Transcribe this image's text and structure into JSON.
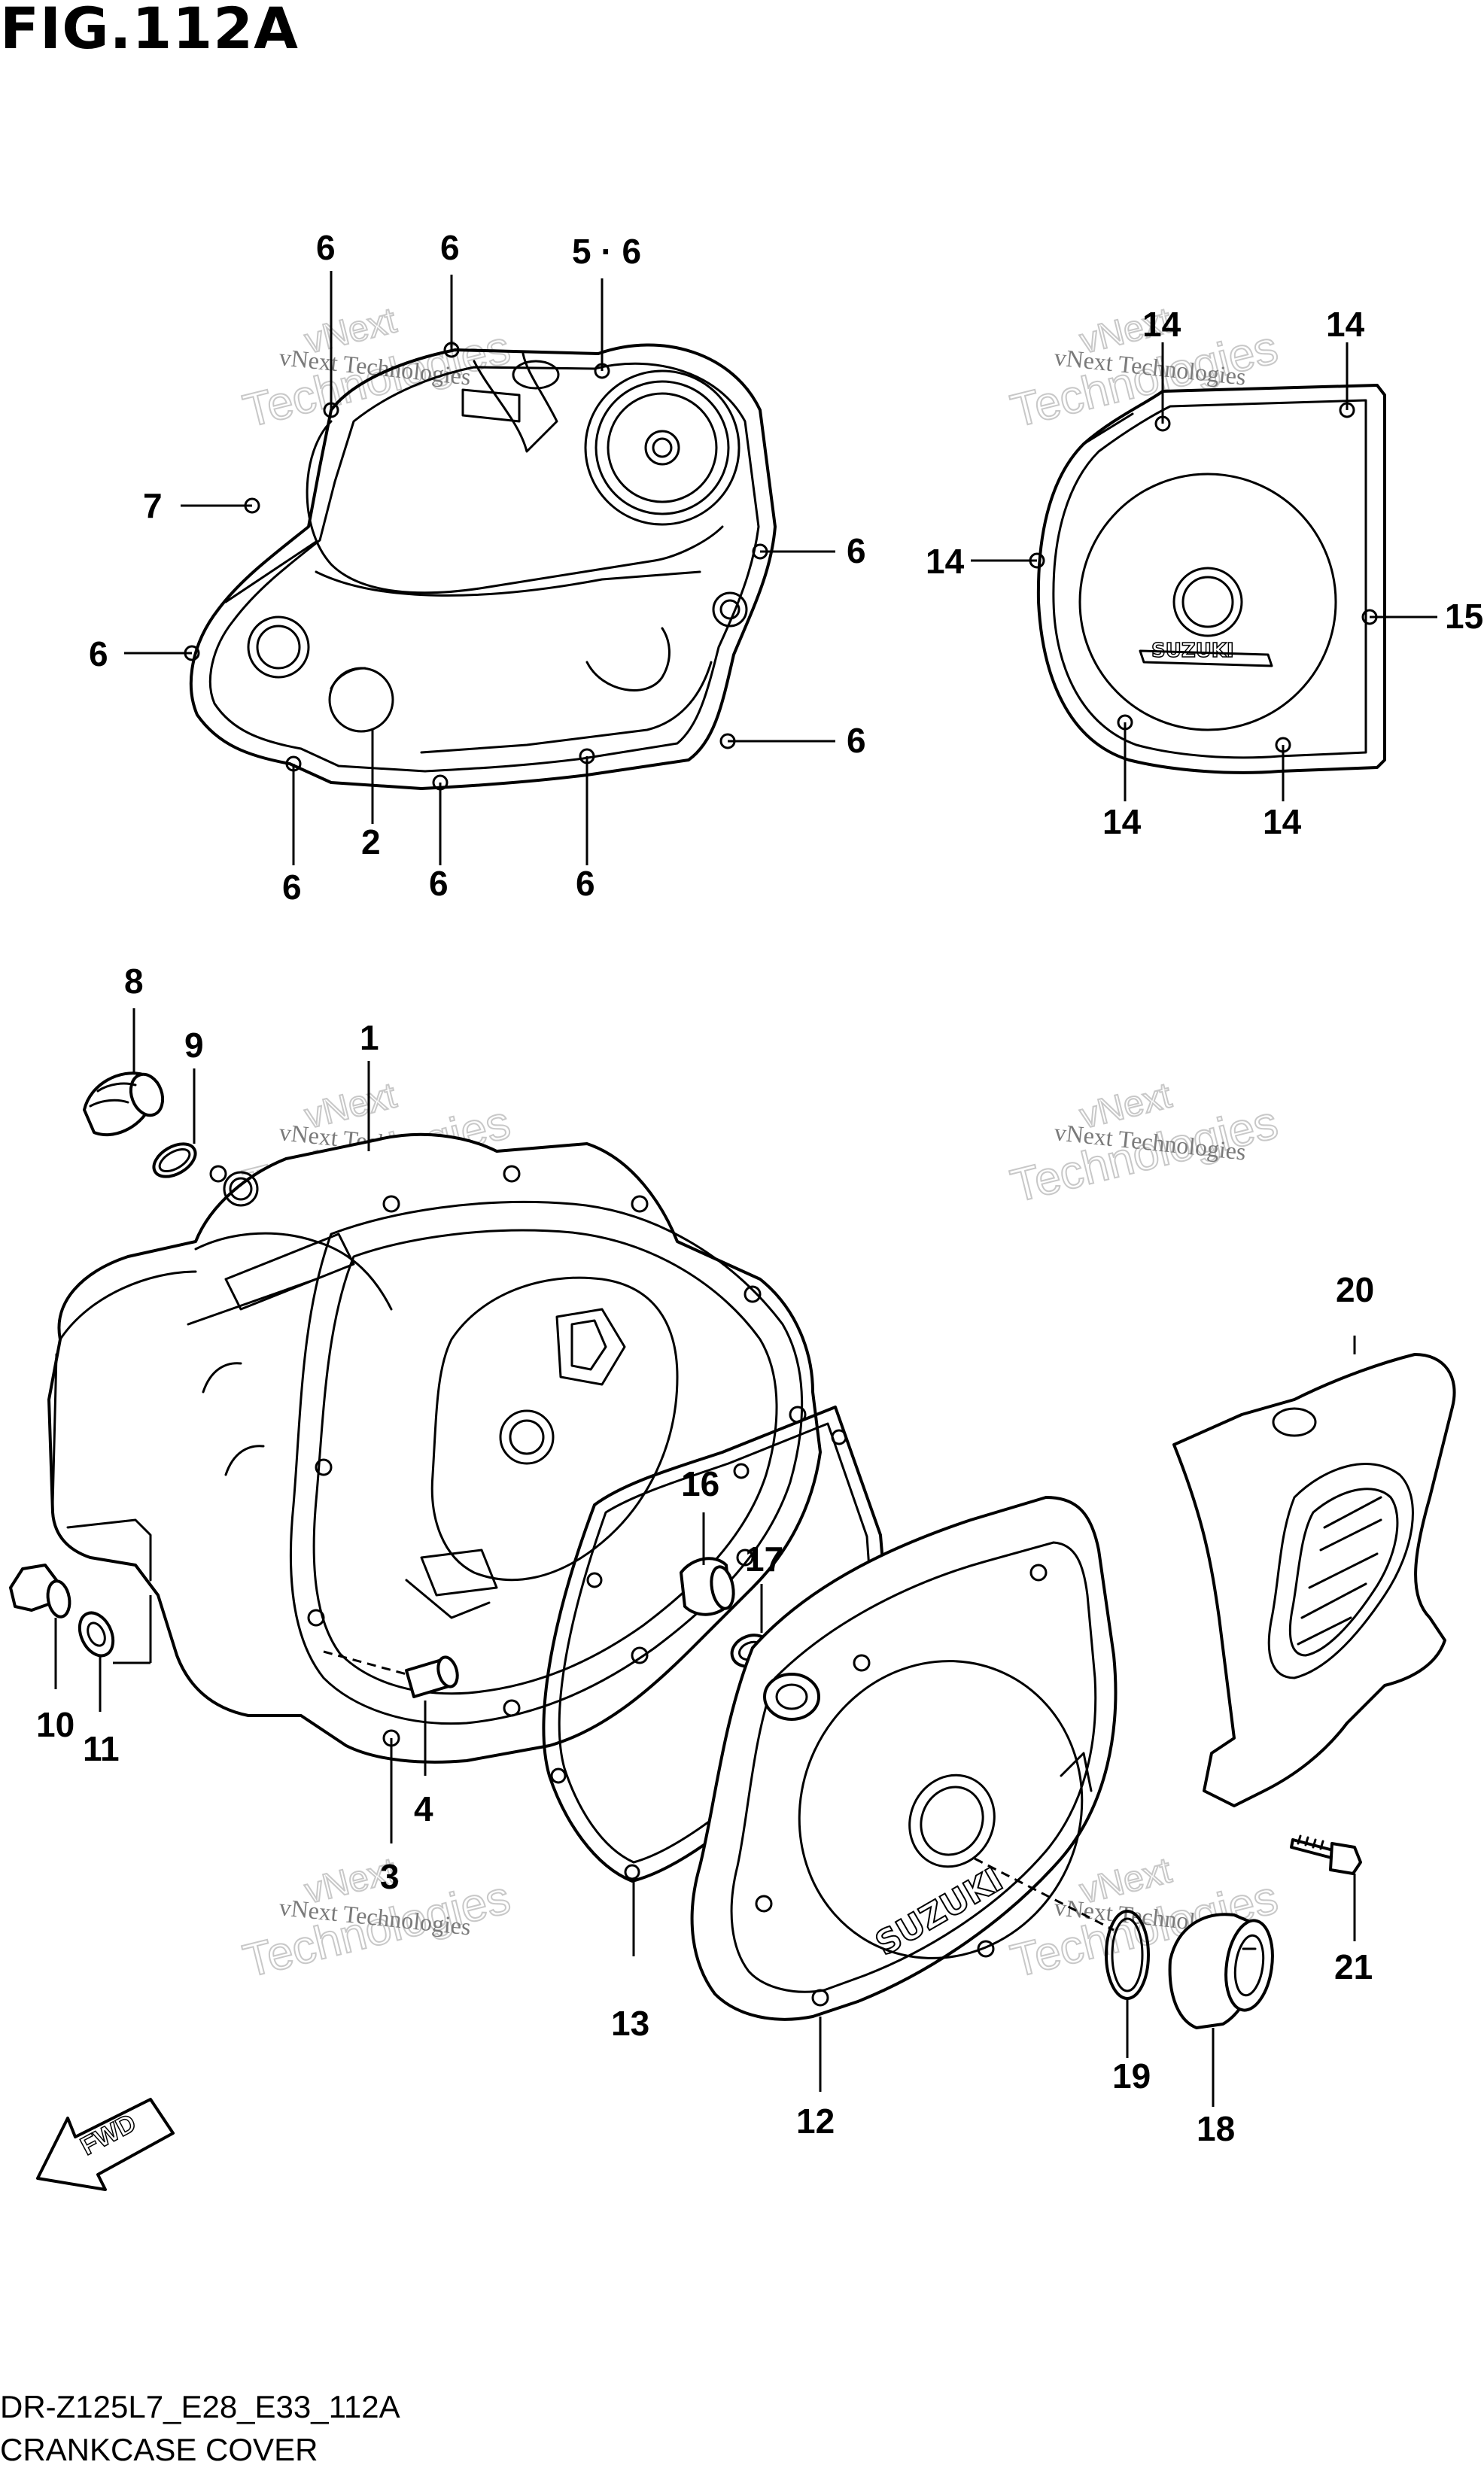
{
  "figure": {
    "title": "FIG.112A",
    "model_code": "DR-Z125L7_E28_E33_112A",
    "name": "CRANKCASE COVER"
  },
  "watermark": {
    "line1": "vNext Technologies",
    "line2a": "vNext",
    "line2b": "Technologies"
  },
  "fwd_label": "FWD",
  "cover_logo": "SUZUKI",
  "callouts": {
    "c6_a": "6",
    "c6_b": "6",
    "c56": "5 · 6",
    "c7": "7",
    "c6_c": "6",
    "c6_d": "6",
    "c6_e": "6",
    "c6_f": "6",
    "c6_g": "6",
    "c6_h": "6",
    "c2": "2",
    "c14_a": "14",
    "c14_b": "14",
    "c14_c": "14",
    "c15": "15",
    "c14_d": "14",
    "c14_e": "14",
    "c8": "8",
    "c9": "9",
    "c1": "1",
    "c10": "10",
    "c11": "11",
    "c4": "4",
    "c3": "3",
    "c16": "16",
    "c17": "17",
    "c13": "13",
    "c12": "12",
    "c20": "20",
    "c21": "21",
    "c19": "19",
    "c18": "18"
  }
}
